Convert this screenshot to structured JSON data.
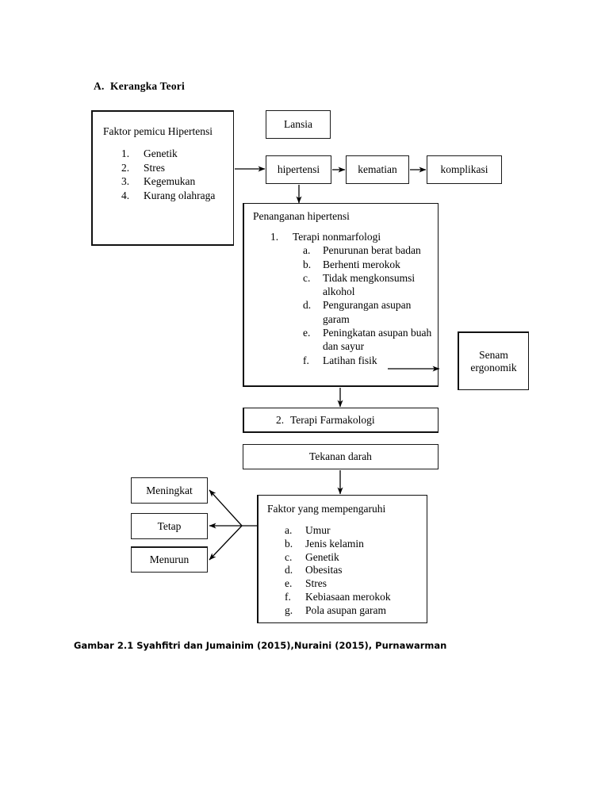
{
  "heading": {
    "marker": "A.",
    "text": "Kerangka Teori"
  },
  "boxes": {
    "faktor_pemicu": {
      "title": "Faktor pemicu Hipertensi",
      "items": [
        {
          "marker": "1.",
          "text": "Genetik"
        },
        {
          "marker": "2.",
          "text": "Stres"
        },
        {
          "marker": "3.",
          "text": "Kegemukan"
        },
        {
          "marker": "4.",
          "text": "Kurang olahraga"
        }
      ]
    },
    "lansia": {
      "label": "Lansia"
    },
    "hipertensi": {
      "label": "hipertensi"
    },
    "kematian": {
      "label": "kematian"
    },
    "komplikasi": {
      "label": "komplikasi"
    },
    "penanganan": {
      "title": "Penanganan hipertensi",
      "item_marker": "1.",
      "item_text": "Terapi nonmarfologi",
      "sub_items": [
        {
          "marker": "a.",
          "text": "Penurunan berat badan"
        },
        {
          "marker": "b.",
          "text": "Berhenti merokok"
        },
        {
          "marker": "c.",
          "text": "Tidak mengkonsumsi alkohol"
        },
        {
          "marker": "d.",
          "text": "Pengurangan asupan garam"
        },
        {
          "marker": "e.",
          "text": "Peningkatan asupan buah dan sayur"
        },
        {
          "marker": "f.",
          "text": "Latihan fisik"
        }
      ]
    },
    "senam": {
      "line1": "Senam",
      "line2": "ergonomik"
    },
    "farmakologi": {
      "marker": "2.",
      "label": "Terapi Farmakologi"
    },
    "tekanan_darah": {
      "label": "Tekanan darah"
    },
    "meningkat": {
      "label": "Meningkat"
    },
    "tetap": {
      "label": "Tetap"
    },
    "menurun": {
      "label": "Menurun"
    },
    "faktor_mempengaruhi": {
      "title": "Faktor yang mempengaruhi",
      "items": [
        {
          "marker": "a.",
          "text": "Umur"
        },
        {
          "marker": "b.",
          "text": "Jenis kelamin"
        },
        {
          "marker": "c.",
          "text": "Genetik"
        },
        {
          "marker": "d.",
          "text": "Obesitas"
        },
        {
          "marker": "e.",
          "text": "Stres"
        },
        {
          "marker": "f.",
          "text": "Kebiasaan merokok"
        },
        {
          "marker": "g.",
          "text": "Pola asupan garam"
        }
      ]
    }
  },
  "caption": "Gambar 2.1 Syahfitri dan Jumainim (2015),Nuraini (2015), Purnawarman",
  "colors": {
    "page_background": "#ffffff",
    "text": "#000000",
    "box_border": "#1a1a1a",
    "arrow": "#000000"
  }
}
